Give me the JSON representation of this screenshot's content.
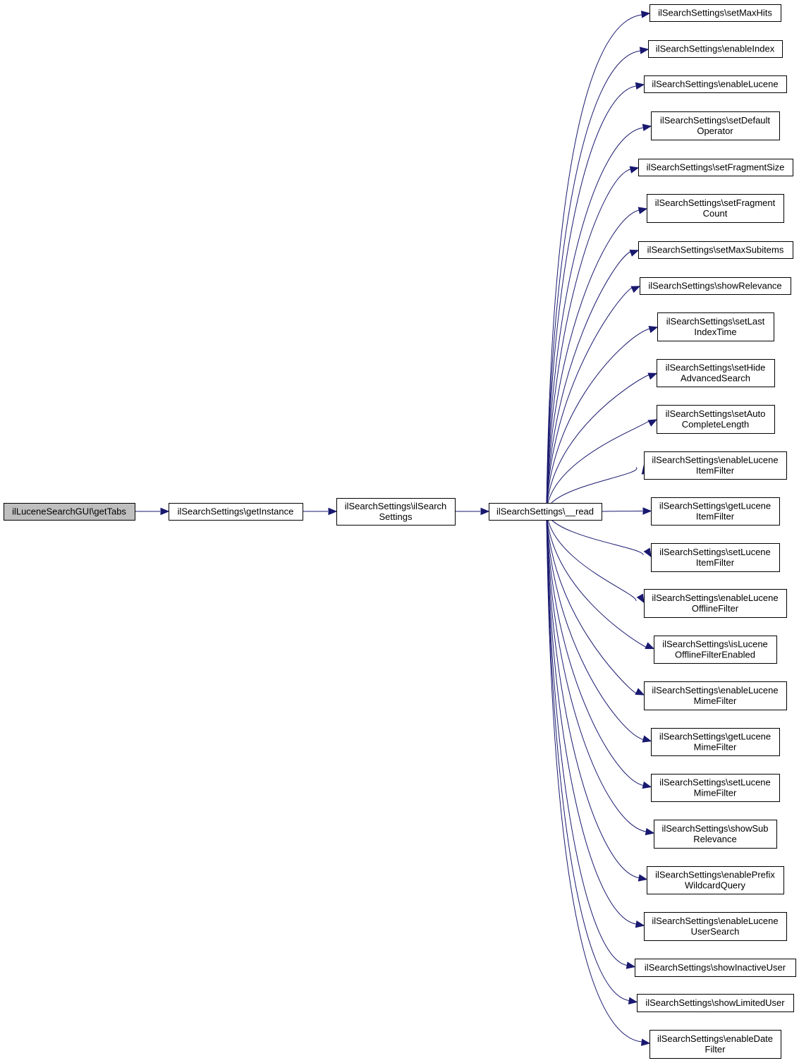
{
  "diagram": {
    "colors": {
      "edge": "#191970",
      "root_fill": "#bfbfbf",
      "node_fill": "#ffffff",
      "border": "#000000"
    },
    "nodes": [
      {
        "id": "n0",
        "lines": [
          "ilLuceneSearchGUI\\getTabs"
        ]
      },
      {
        "id": "n1",
        "lines": [
          "ilSearchSettings\\getInstance"
        ]
      },
      {
        "id": "n2",
        "lines": [
          "ilSearchSettings\\ilSearch",
          "Settings"
        ]
      },
      {
        "id": "n3",
        "lines": [
          "ilSearchSettings\\__read"
        ]
      },
      {
        "id": "t0",
        "lines": [
          "ilSearchSettings\\setMaxHits"
        ]
      },
      {
        "id": "t1",
        "lines": [
          "ilSearchSettings\\enableIndex"
        ]
      },
      {
        "id": "t2",
        "lines": [
          "ilSearchSettings\\enableLucene"
        ]
      },
      {
        "id": "t3",
        "lines": [
          "ilSearchSettings\\setDefault",
          "Operator"
        ]
      },
      {
        "id": "t4",
        "lines": [
          "ilSearchSettings\\setFragmentSize"
        ]
      },
      {
        "id": "t5",
        "lines": [
          "ilSearchSettings\\setFragment",
          "Count"
        ]
      },
      {
        "id": "t6",
        "lines": [
          "ilSearchSettings\\setMaxSubitems"
        ]
      },
      {
        "id": "t7",
        "lines": [
          "ilSearchSettings\\showRelevance"
        ]
      },
      {
        "id": "t8",
        "lines": [
          "ilSearchSettings\\setLast",
          "IndexTime"
        ]
      },
      {
        "id": "t9",
        "lines": [
          "ilSearchSettings\\setHide",
          "AdvancedSearch"
        ]
      },
      {
        "id": "t10",
        "lines": [
          "ilSearchSettings\\setAuto",
          "CompleteLength"
        ]
      },
      {
        "id": "t11",
        "lines": [
          "ilSearchSettings\\enableLucene",
          "ItemFilter"
        ]
      },
      {
        "id": "t12",
        "lines": [
          "ilSearchSettings\\getLucene",
          "ItemFilter"
        ]
      },
      {
        "id": "t13",
        "lines": [
          "ilSearchSettings\\setLucene",
          "ItemFilter"
        ]
      },
      {
        "id": "t14",
        "lines": [
          "ilSearchSettings\\enableLucene",
          "OfflineFilter"
        ]
      },
      {
        "id": "t15",
        "lines": [
          "ilSearchSettings\\isLucene",
          "OfflineFilterEnabled"
        ]
      },
      {
        "id": "t16",
        "lines": [
          "ilSearchSettings\\enableLucene",
          "MimeFilter"
        ]
      },
      {
        "id": "t17",
        "lines": [
          "ilSearchSettings\\getLucene",
          "MimeFilter"
        ]
      },
      {
        "id": "t18",
        "lines": [
          "ilSearchSettings\\setLucene",
          "MimeFilter"
        ]
      },
      {
        "id": "t19",
        "lines": [
          "ilSearchSettings\\showSub",
          "Relevance"
        ]
      },
      {
        "id": "t20",
        "lines": [
          "ilSearchSettings\\enablePrefix",
          "WildcardQuery"
        ]
      },
      {
        "id": "t21",
        "lines": [
          "ilSearchSettings\\enableLucene",
          "UserSearch"
        ]
      },
      {
        "id": "t22",
        "lines": [
          "ilSearchSettings\\showInactiveUser"
        ]
      },
      {
        "id": "t23",
        "lines": [
          "ilSearchSettings\\showLimitedUser"
        ]
      },
      {
        "id": "t24",
        "lines": [
          "ilSearchSettings\\enableDate",
          "Filter"
        ]
      }
    ],
    "edges": [
      [
        "n0",
        "n1"
      ],
      [
        "n1",
        "n2"
      ],
      [
        "n2",
        "n3"
      ],
      [
        "n3",
        "t0"
      ],
      [
        "n3",
        "t1"
      ],
      [
        "n3",
        "t2"
      ],
      [
        "n3",
        "t3"
      ],
      [
        "n3",
        "t4"
      ],
      [
        "n3",
        "t5"
      ],
      [
        "n3",
        "t6"
      ],
      [
        "n3",
        "t7"
      ],
      [
        "n3",
        "t8"
      ],
      [
        "n3",
        "t9"
      ],
      [
        "n3",
        "t10"
      ],
      [
        "n3",
        "t11"
      ],
      [
        "n3",
        "t12"
      ],
      [
        "n3",
        "t13"
      ],
      [
        "n3",
        "t14"
      ],
      [
        "n3",
        "t15"
      ],
      [
        "n3",
        "t16"
      ],
      [
        "n3",
        "t17"
      ],
      [
        "n3",
        "t18"
      ],
      [
        "n3",
        "t19"
      ],
      [
        "n3",
        "t20"
      ],
      [
        "n3",
        "t21"
      ],
      [
        "n3",
        "t22"
      ],
      [
        "n3",
        "t23"
      ],
      [
        "n3",
        "t24"
      ]
    ]
  }
}
